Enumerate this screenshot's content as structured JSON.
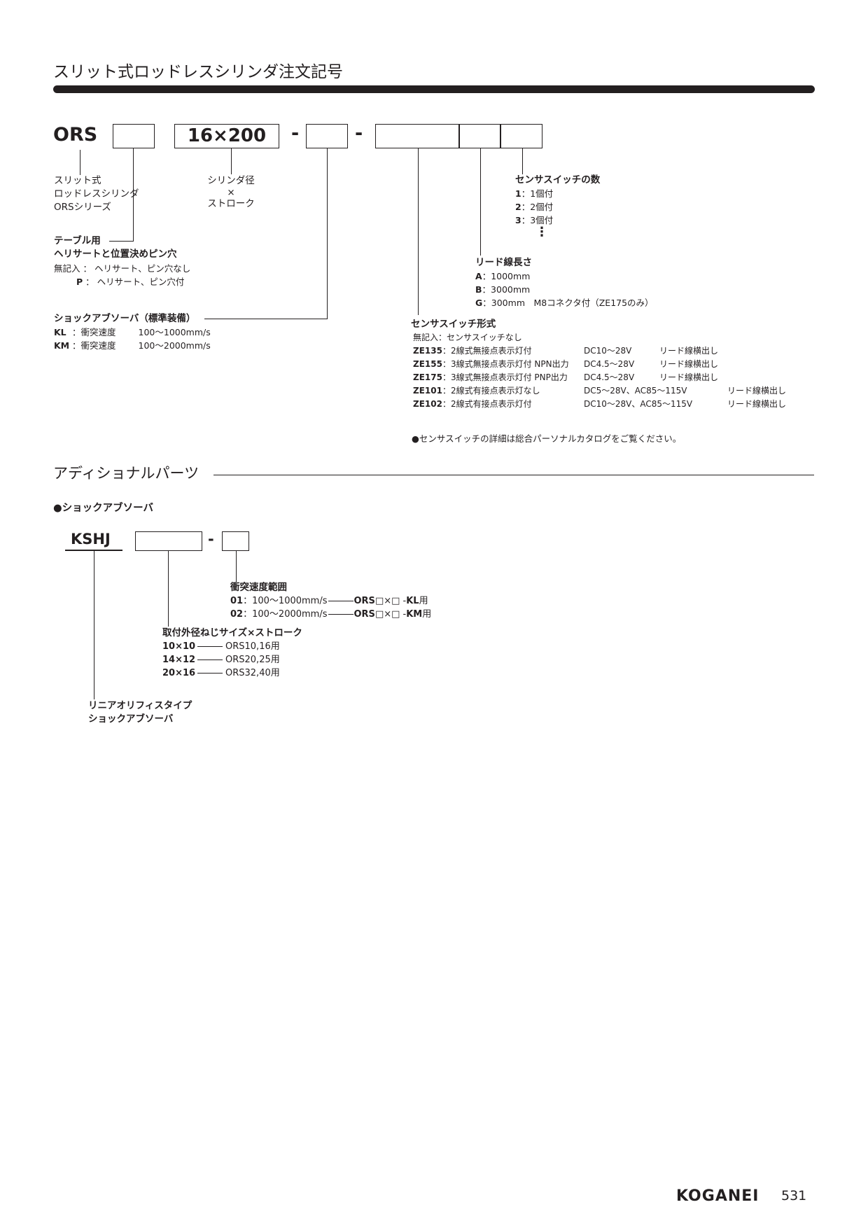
{
  "page_title": "スリット式ロッドレスシリンダ注文記号",
  "order_code": {
    "prefix": "ORS",
    "size": "16×200",
    "dash1": "-",
    "dash2": "-"
  },
  "labels": {
    "series": [
      "スリット式",
      "ロッドレスシリンダ",
      "ORSシリーズ"
    ],
    "bore_stroke": [
      "シリンダ径",
      "×",
      "ストローク"
    ],
    "table_title": "テーブル用",
    "table_sub": "ヘリサートと位置決めピン穴",
    "table_opts": [
      {
        "code": "無記入",
        "sep": "：",
        "desc": "ヘリサート、ピン穴なし"
      },
      {
        "code": "P",
        "sep": "：",
        "desc": "ヘリサート、ピン穴付"
      }
    ],
    "shock_title": "ショックアブソーバ（標準装備）",
    "shock_opts": [
      {
        "code": "KL",
        "sep": "：",
        "desc": "衝突速度",
        "range": "100〜1000mm/s"
      },
      {
        "code": "KM",
        "sep": "：",
        "desc": "衝突速度",
        "range": "100〜2000mm/s"
      }
    ],
    "count_title": "センサスイッチの数",
    "count_opts": [
      {
        "code": "1",
        "sep": "：",
        "desc": "1個付"
      },
      {
        "code": "2",
        "sep": "：",
        "desc": "2個付"
      },
      {
        "code": "3",
        "sep": "：",
        "desc": "3個付"
      }
    ],
    "count_more": "⋮",
    "lead_title": "リード線長さ",
    "lead_opts": [
      {
        "code": "A",
        "sep": "：",
        "desc": "1000mm"
      },
      {
        "code": "B",
        "sep": "：",
        "desc": "3000mm"
      },
      {
        "code": "G",
        "sep": "：",
        "desc": "300mm　M8コネクタ付（ZE175のみ）"
      }
    ],
    "sensor_title": "センサスイッチ形式",
    "sensor_none": {
      "code": "無記入",
      "sep": "：",
      "desc": "センサスイッチなし"
    },
    "sensor_opts": [
      {
        "code": "ZE135",
        "sep": "：",
        "desc": "2線式無接点表示灯付",
        "volt": "DC10〜28V",
        "lead": "リード線横出し"
      },
      {
        "code": "ZE155",
        "sep": "：",
        "desc": "3線式無接点表示灯付 NPN出力",
        "volt": "DC4.5〜28V",
        "lead": "リード線横出し"
      },
      {
        "code": "ZE175",
        "sep": "：",
        "desc": "3線式無接点表示灯付 PNP出力",
        "volt": "DC4.5〜28V",
        "lead": "リード線横出し"
      },
      {
        "code": "ZE101",
        "sep": "：",
        "desc": "2線式有接点表示灯なし",
        "volt": "DC5〜28V、AC85〜115V",
        "lead": "リード線横出し"
      },
      {
        "code": "ZE102",
        "sep": "：",
        "desc": "2線式有接点表示灯付",
        "volt": "DC10〜28V、AC85〜115V",
        "lead": "リード線横出し"
      }
    ],
    "sensor_note": "●センサスイッチの詳細は総合パーソナルカタログをご覧ください。"
  },
  "additional": {
    "title": "アディショナルパーツ",
    "item": "●ショックアブソーバ",
    "code_prefix": "KSHJ",
    "dash": "-",
    "speed_title": "衝突速度範囲",
    "speed_opts": [
      {
        "code": "01",
        "sep": "：",
        "desc": "100〜1000mm/s",
        "link_pre": "ORS",
        "link_mid": "□×□ - ",
        "link_suf": "KL",
        "use": "用"
      },
      {
        "code": "02",
        "sep": "：",
        "desc": "100〜2000mm/s",
        "link_pre": "ORS",
        "link_mid": "□×□ - ",
        "link_suf": "KM",
        "use": "用"
      }
    ],
    "size_title": "取付外径ねじサイズ×ストローク",
    "size_opts": [
      {
        "code": "10×10",
        "desc": "ORS10,16用"
      },
      {
        "code": "14×12",
        "desc": "ORS20,25用"
      },
      {
        "code": "20×16",
        "desc": "ORS32,40用"
      }
    ],
    "type_label": [
      "リニアオリフィスタイプ",
      "ショックアブソーバ"
    ]
  },
  "footer": {
    "brand": "KOGANEI",
    "page_number": "531"
  }
}
